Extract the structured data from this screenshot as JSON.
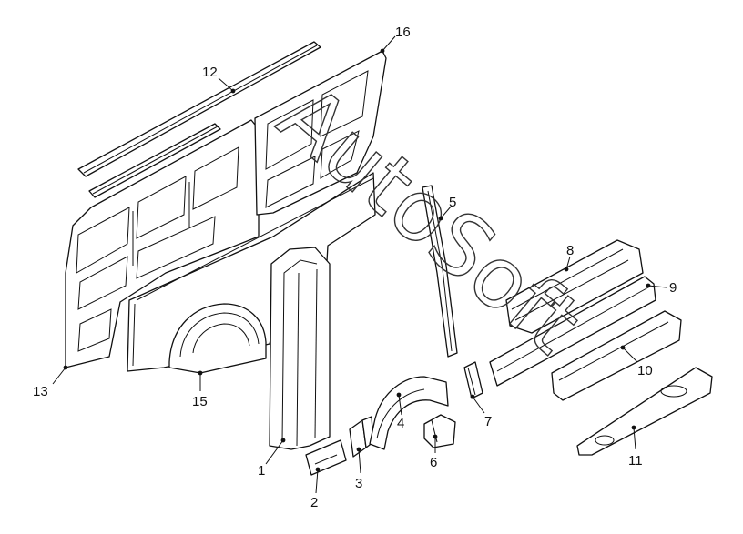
{
  "watermark": "AutoSoft",
  "callouts": [
    {
      "id": "c1",
      "label": "1"
    },
    {
      "id": "c2",
      "label": "2"
    },
    {
      "id": "c3",
      "label": "3"
    },
    {
      "id": "c4",
      "label": "4"
    },
    {
      "id": "c5",
      "label": "5"
    },
    {
      "id": "c6",
      "label": "6"
    },
    {
      "id": "c7",
      "label": "7"
    },
    {
      "id": "c8",
      "label": "8"
    },
    {
      "id": "c9",
      "label": "9"
    },
    {
      "id": "c10",
      "label": "10"
    },
    {
      "id": "c11",
      "label": "11"
    },
    {
      "id": "c12",
      "label": "12"
    },
    {
      "id": "c13",
      "label": "13"
    },
    {
      "id": "c14",
      "label": "15"
    },
    {
      "id": "c15",
      "label": "16"
    }
  ],
  "colors": {
    "ink": "#111111",
    "paper": "#ffffff"
  }
}
